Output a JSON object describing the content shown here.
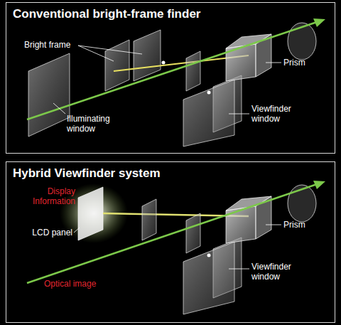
{
  "diagram": {
    "nodes": [
      {
        "text": [
          "Conventional bright-frame finder"
        ]
      },
      {
        "text": [
          "Hybrid Viewfinder system"
        ]
      }
    ],
    "labels": [
      "Bright frame",
      "Illuminating window",
      "Prism",
      "Viewfinder window",
      "Display Information",
      "LCD panel",
      "Prism",
      "Optical image",
      "Viewfinder window"
    ]
  }
}
